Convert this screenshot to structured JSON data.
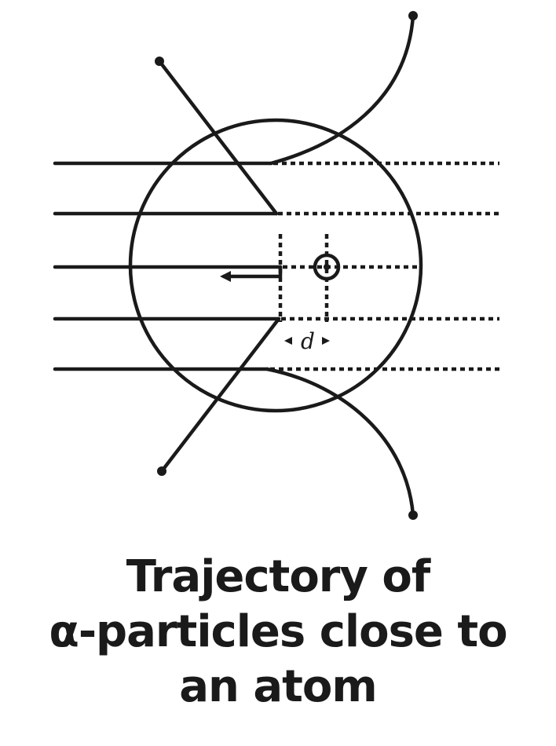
{
  "diagram": {
    "label_d": "d"
  },
  "caption": {
    "line1": "Trajectory of",
    "line2": "α-particles close to",
    "line3": "an atom"
  },
  "colors": {
    "ink": "#1a1a1a",
    "background": "#ffffff"
  }
}
